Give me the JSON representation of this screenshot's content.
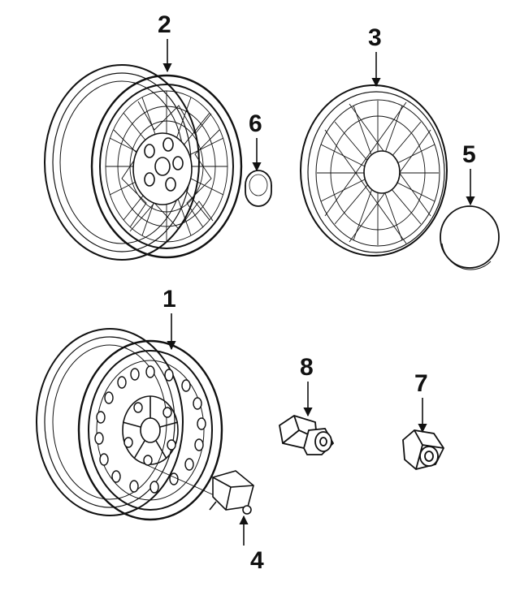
{
  "callouts": {
    "wheel_alloy": "2",
    "wheel_cover": "3",
    "center_cap": "6",
    "hub_cap": "5",
    "wheel_steel": "1",
    "lock_nut": "8",
    "lug_nut": "7",
    "valve_sensor": "4"
  },
  "colors": {
    "ink": "#111111",
    "background": "#ffffff"
  },
  "icons": {
    "wheel_alloy": "wire-mesh-alloy-wheel",
    "wheel_cover": "wire-wheel-cover",
    "center_cap": "center-cap",
    "hub_cap": "hub-cap-disc",
    "wheel_steel": "steel-wheel",
    "lock_nut": "wheel-lock-nut",
    "lug_nut": "lug-nut",
    "valve_sensor": "tire-pressure-sensor"
  }
}
